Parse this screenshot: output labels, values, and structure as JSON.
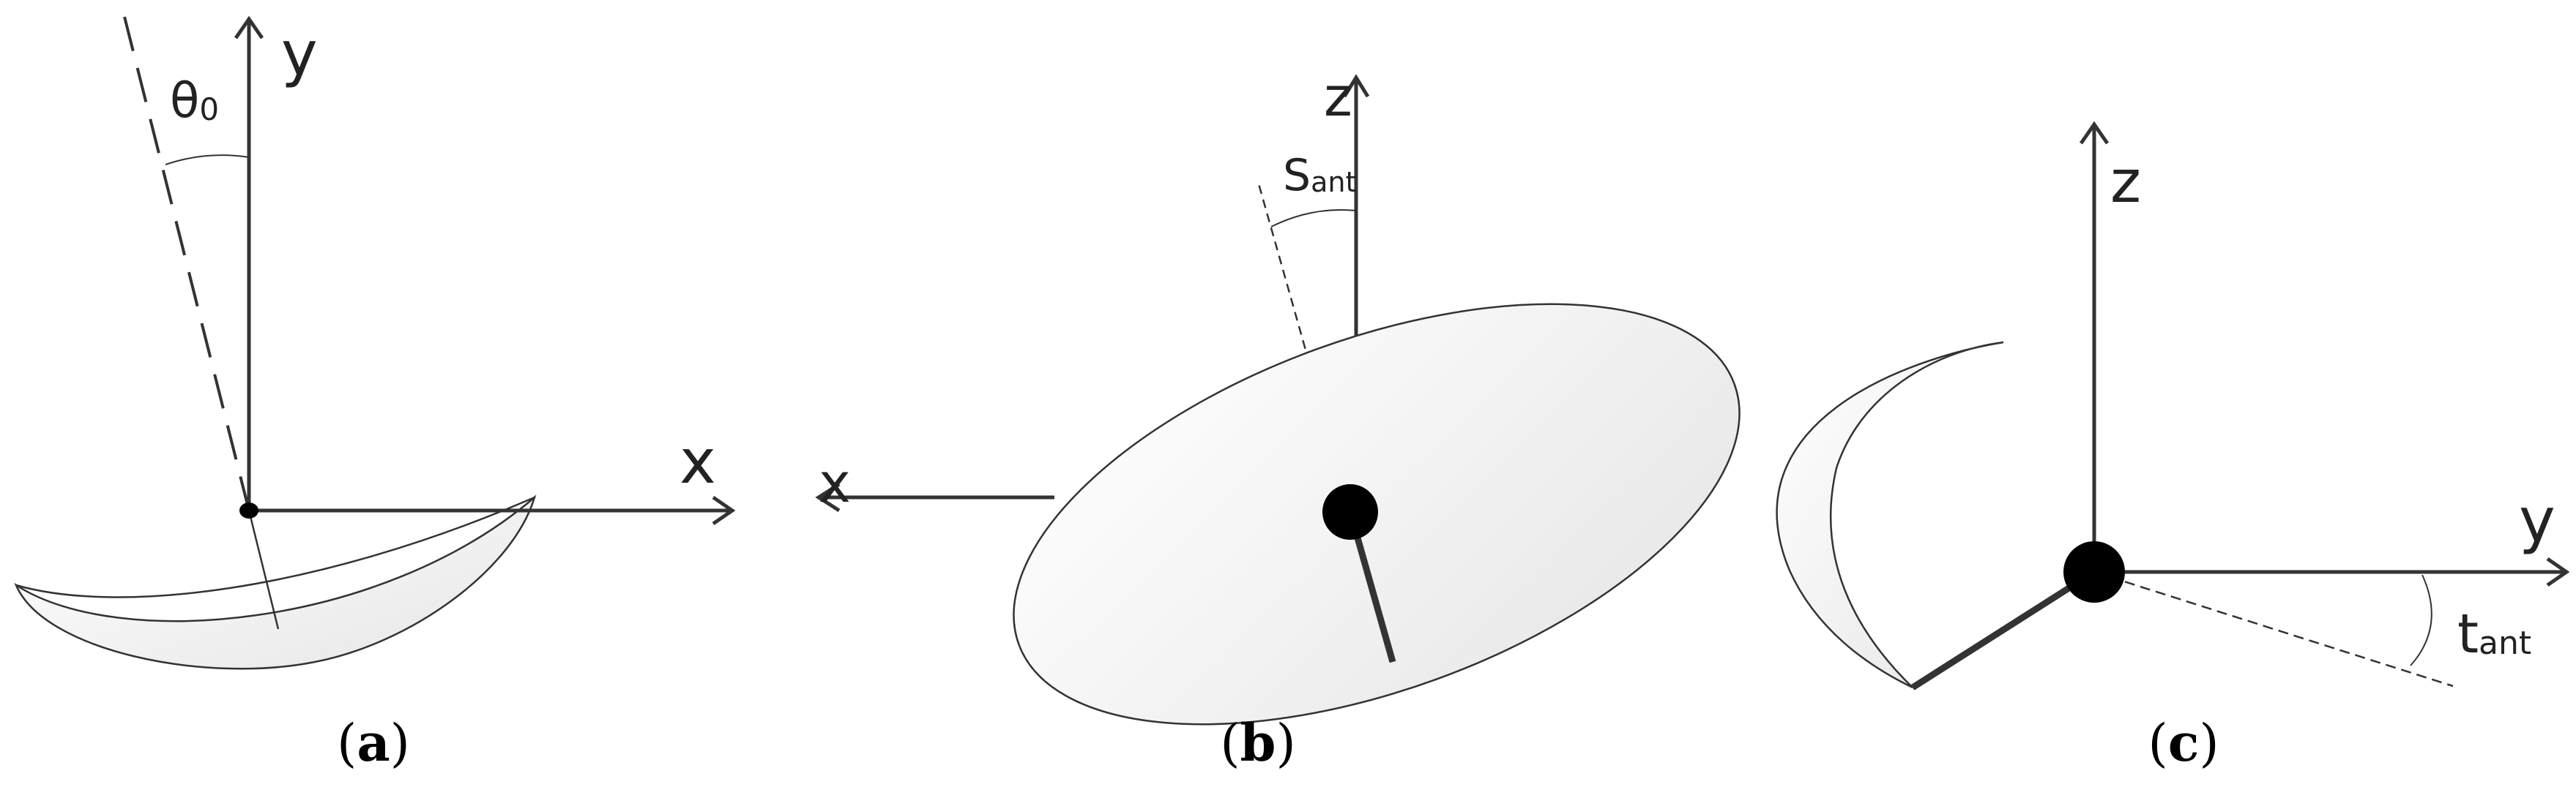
{
  "panels": {
    "a": {
      "axis_y": "y",
      "axis_x": "x",
      "angle_label": "θ",
      "angle_sub": "0",
      "caption_open": "(",
      "caption_letter": "a",
      "caption_close": ")"
    },
    "b": {
      "axis_z": "z",
      "axis_x": "x",
      "angle_label": "S",
      "angle_sub": "ant",
      "caption_open": "(",
      "caption_letter": "b",
      "caption_close": ")"
    },
    "c": {
      "axis_z": "z",
      "axis_y": "y",
      "angle_label": "t",
      "angle_sub": "ant",
      "caption_open": "(",
      "caption_letter": "c",
      "caption_close": ")"
    }
  },
  "colors": {
    "stroke": "#333333",
    "dish_fill": "#f2f2f2",
    "feed": "#000000"
  }
}
